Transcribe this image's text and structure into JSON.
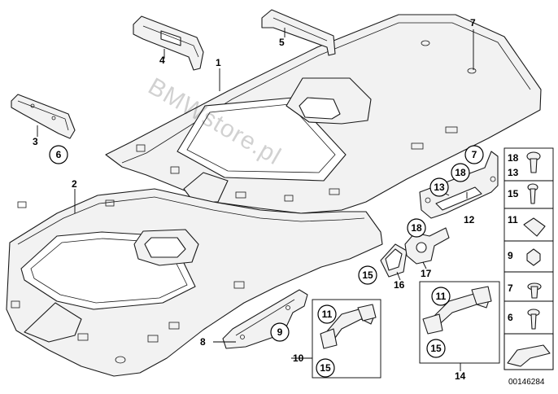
{
  "watermark": "BMWstore.pl",
  "diagram_code": "00146284",
  "callouts": {
    "c1": "1",
    "c2": "2",
    "c3": "3",
    "c4": "4",
    "c5": "5",
    "c7": "7",
    "c8": "8",
    "c10": "10",
    "c12": "12",
    "c14": "14",
    "c16": "16",
    "c17": "17"
  },
  "circled": {
    "c6": "6",
    "c7": "7",
    "c18a": "18",
    "c13": "13",
    "c18b": "18",
    "c15a": "15",
    "c9": "9",
    "c11a": "11",
    "c15b": "15",
    "c11b": "11",
    "c15c": "15"
  },
  "side_panel": {
    "r1a": "18",
    "r1b": "13",
    "r2": "15",
    "r3": "11",
    "r4": "9",
    "r5": "7",
    "r6": "6"
  }
}
